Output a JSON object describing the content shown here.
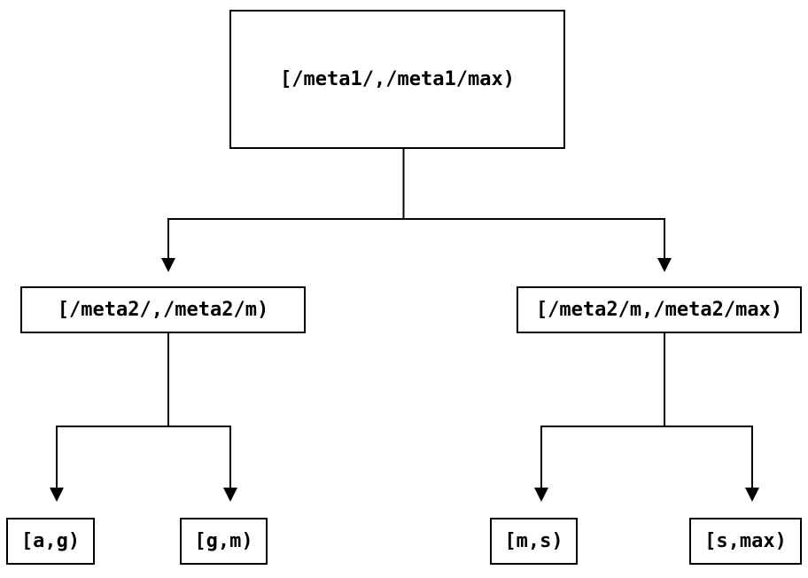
{
  "diagram": {
    "type": "tree",
    "colors": {
      "background": "#ffffff",
      "line": "#000000",
      "text": "#000000",
      "node_fill": "#ffffff"
    },
    "nodes": {
      "root": {
        "label": "[/meta1/,/meta1/max)"
      },
      "mid_left": {
        "label": "[/meta2/,/meta2/m)"
      },
      "mid_right": {
        "label": "[/meta2/m,/meta2/max)"
      },
      "leaf_ag": {
        "label": "[a,g)"
      },
      "leaf_gm": {
        "label": "[g,m)"
      },
      "leaf_ms": {
        "label": "[m,s)"
      },
      "leaf_smax": {
        "label": "[s,max)"
      }
    },
    "edges": [
      {
        "from": "root",
        "to": "mid_left"
      },
      {
        "from": "root",
        "to": "mid_right"
      },
      {
        "from": "mid_left",
        "to": "leaf_ag"
      },
      {
        "from": "mid_left",
        "to": "leaf_gm"
      },
      {
        "from": "mid_right",
        "to": "leaf_ms"
      },
      {
        "from": "mid_right",
        "to": "leaf_smax"
      }
    ]
  }
}
